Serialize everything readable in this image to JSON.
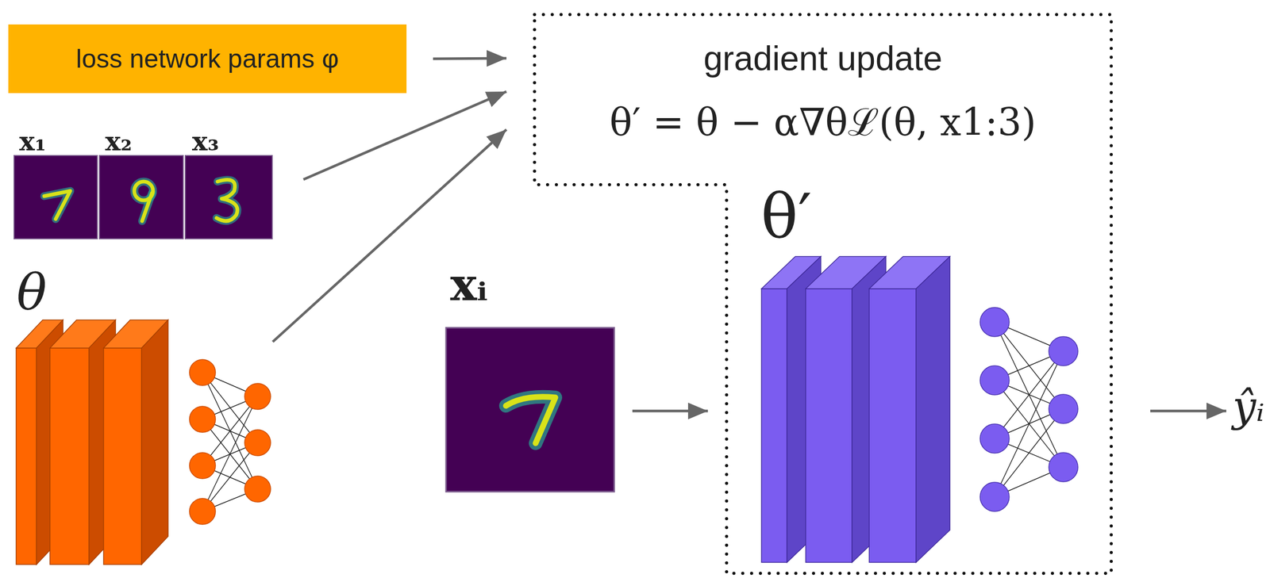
{
  "diagram": {
    "nodes": [
      {
        "text": [
          "loss network params φ"
        ]
      },
      {
        "text": [
          "x₁",
          "x₂",
          "x₃"
        ]
      },
      {
        "text": [
          "θ"
        ]
      },
      {
        "text": [
          "gradient update",
          "θ′ = θ − α∇θℒ(θ, x1:3)"
        ]
      },
      {
        "text": [
          "θ′"
        ],
        "in": 3
      },
      {
        "text": [
          "xᵢ"
        ]
      },
      {
        "text": [
          "ŷᵢ"
        ]
      }
    ],
    "edges": [
      {
        "from": 0,
        "to": 3,
        "arrow": "to"
      },
      {
        "from": 1,
        "to": 3,
        "arrow": "to"
      },
      {
        "from": 2,
        "to": 3,
        "arrow": "to"
      },
      {
        "from": 5,
        "to": 4,
        "arrow": "to"
      },
      {
        "from": 4,
        "to": 6,
        "arrow": "to"
      }
    ]
  }
}
